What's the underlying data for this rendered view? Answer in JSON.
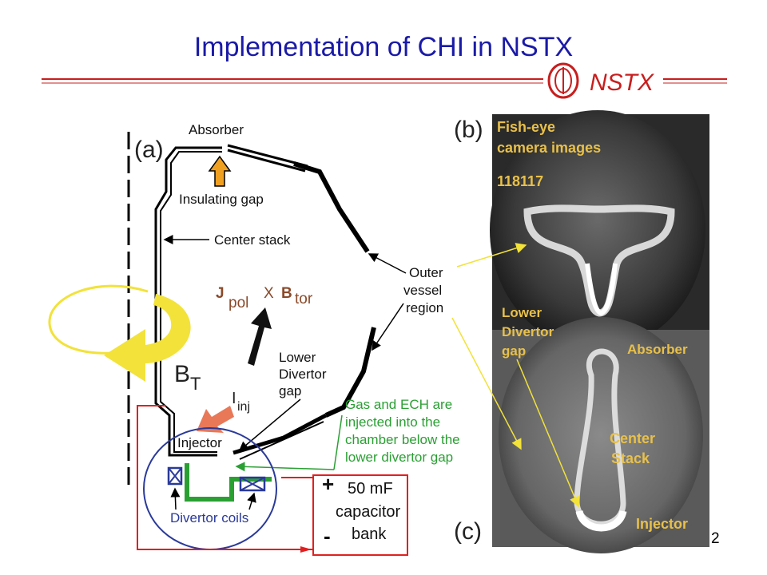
{
  "slide": {
    "title": "Implementation of CHI in NSTX",
    "logo_text": "NSTX",
    "page_number": "2"
  },
  "panel_a": {
    "label": "(a)",
    "absorber": "Absorber",
    "insulating_gap": "Insulating gap",
    "center_stack": "Center stack",
    "j_symbol": "J",
    "j_sub": "pol",
    "cross": "X",
    "b_symbol": "B",
    "b_sub": "tor",
    "outer_vessel_1": "Outer",
    "outer_vessel_2": "vessel",
    "outer_vessel_3": "region",
    "lower_divertor_1": "Lower",
    "lower_divertor_2": "Divertor",
    "lower_divertor_3": "gap",
    "bt_symbol": "B",
    "bt_sub": "T",
    "iinj_symbol": "I",
    "iinj_sub": "inj",
    "gas_1": "Gas and ECH are",
    "gas_2": "injected into the",
    "gas_3": "chamber below the",
    "gas_4": "lower divertor gap",
    "injector": "Injector",
    "divertor_coils": "Divertor coils",
    "plus": "+",
    "minus": "-",
    "cap_1": "50 mF",
    "cap_2": "capacitor",
    "cap_3": "bank"
  },
  "panel_b": {
    "label": "(b)",
    "caption_1": "Fish-eye",
    "caption_2": "camera images",
    "shot": "118117"
  },
  "panel_c": {
    "label": "(c)",
    "lower_1": "Lower",
    "lower_2": "Divertor",
    "lower_3": "gap",
    "absorber": "Absorber",
    "center_1": "Center",
    "center_2": "Stack",
    "injector": "Injector"
  },
  "colors": {
    "title": "#1a1aa8",
    "logo_red": "#c81e1e",
    "yellow_arrow": "#f2e23a",
    "green_text": "#2aa033",
    "red_circuit": "#e02020",
    "blue_circle": "#2a3a9a",
    "orange_arrow": "#f0a020",
    "salmon_arrow": "#e87858",
    "brown_text": "#8a4a2a"
  }
}
